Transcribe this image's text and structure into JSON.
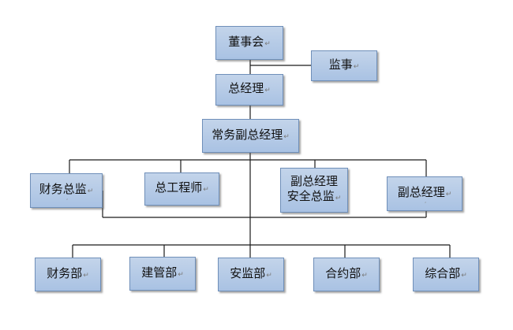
{
  "para_mark": "↵",
  "nodes": {
    "board": "董事会",
    "supervisor": "监事",
    "gm": "总经理",
    "exec_vgm": "常务副总经理",
    "finance_director": "财务总监",
    "chief_engineer": "总工程师",
    "vgm_safety_line1": "副总经理",
    "vgm_safety_line2": "安全总监",
    "vgm": "副总经理",
    "finance_dept": "财务部",
    "construction_dept": "建管部",
    "safety_dept": "安监部",
    "contract_dept": "合约部",
    "general_dept": "综合部"
  }
}
